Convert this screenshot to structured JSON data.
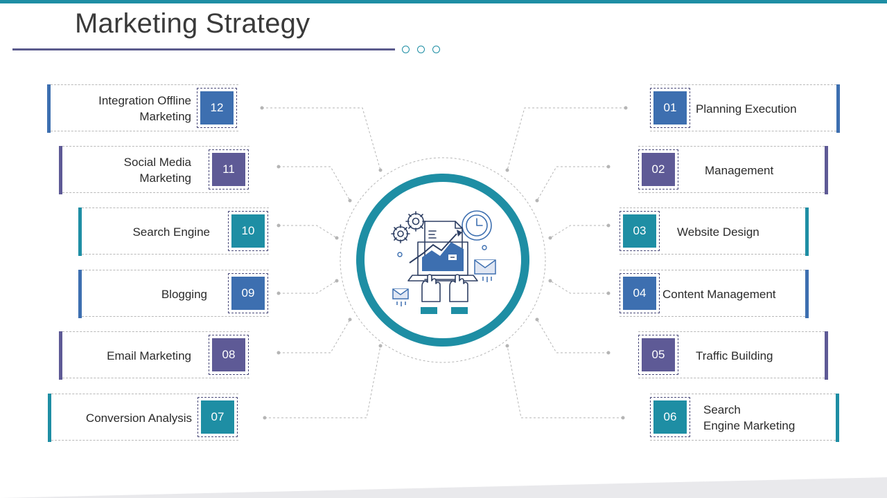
{
  "title": "Marketing Strategy",
  "colors": {
    "teal": "#1e8ea4",
    "blue": "#3d6fb0",
    "purple": "#5e5a96",
    "divider": "#5a5a8c"
  },
  "left_items": [
    {
      "number": "12",
      "label": "Integration Offline\nMarketing",
      "color": "#3d6fb0"
    },
    {
      "number": "11",
      "label": "Social Media\nMarketing",
      "color": "#5e5a96"
    },
    {
      "number": "10",
      "label": "Search Engine",
      "color": "#1e8ea4"
    },
    {
      "number": "09",
      "label": "Blogging",
      "color": "#3d6fb0"
    },
    {
      "number": "08",
      "label": "Email Marketing",
      "color": "#5e5a96"
    },
    {
      "number": "07",
      "label": "Conversion Analysis",
      "color": "#1e8ea4"
    }
  ],
  "right_items": [
    {
      "number": "01",
      "label": "Planning Execution",
      "color": "#3d6fb0"
    },
    {
      "number": "02",
      "label": "Management",
      "color": "#5e5a96"
    },
    {
      "number": "03",
      "label": "Website Design",
      "color": "#1e8ea4"
    },
    {
      "number": "04",
      "label": "Content Management",
      "color": "#3d6fb0"
    },
    {
      "number": "05",
      "label": "Traffic Building",
      "color": "#5e5a96"
    },
    {
      "number": "06",
      "label": "Search\nEngine Marketing",
      "color": "#1e8ea4"
    }
  ],
  "center_icon": "digital-marketing-laptop-icon"
}
